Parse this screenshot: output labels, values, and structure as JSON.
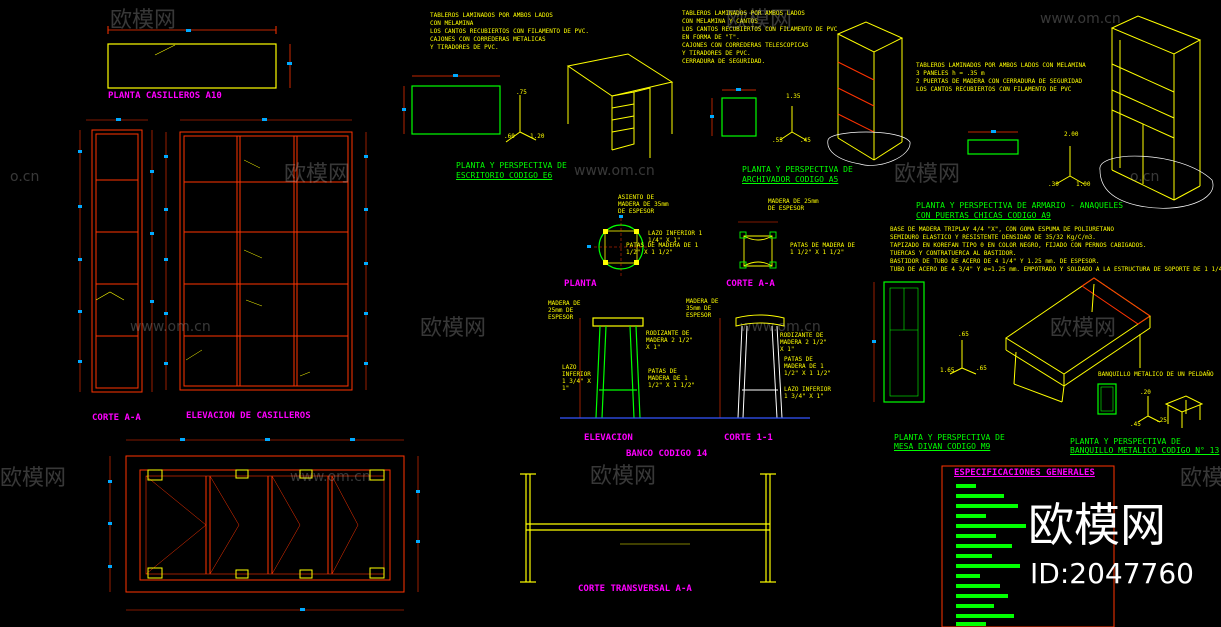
{
  "colors": {
    "background": "#000000",
    "frame": "#ff3300",
    "text_yellow": "#ffff00",
    "text_green": "#00ff00",
    "text_magenta": "#ff00ff",
    "dim_cyan": "#00aaff",
    "white": "#ffffff"
  },
  "watermark": {
    "brand": "欧模网",
    "site": "www.om.cn",
    "site_short": "o.cn",
    "logo": "欧模网",
    "id": "ID:2047760"
  },
  "lockers": {
    "plan_title": "PLANTA CASILLEROS A10",
    "section_title": "CORTE A-A",
    "elevation_title": "ELEVACION DE CASILLEROS"
  },
  "desk": {
    "notes": [
      "TABLEROS LAMINADOS POR AMBOS LADOS",
      "CON MELAMINA",
      "LOS CANTOS RECUBIERTOS CON FILAMENTO DE PVC.",
      "CAJONES CON CORREDERAS METALICAS",
      "Y TIRADORES DE PVC."
    ],
    "dim_h": ".75",
    "dim_a": ".60",
    "dim_b": "1.20",
    "title_1": "PLANTA Y PERSPECTIVA DE",
    "title_2": "ESCRITORIO  CODIGO E6"
  },
  "cabinet": {
    "notes": [
      "TABLEROS LAMINADOS POR AMBOS LADOS",
      "CON MELAMINA Y CANTOS",
      "LOS CANTOS RECUBIERTOS CON FILAMENTO DE PVC",
      "EN FORMA DE \"T\".",
      "CAJONES CON CORREDERAS TELESCOPICAS",
      "Y TIRADORES DE PVC.",
      "CERRADURA DE SEGURIDAD."
    ],
    "dim_h": "1.35",
    "dim_a": ".55",
    "dim_b": ".45",
    "title_1": "PLANTA Y PERSPECTIVA DE",
    "title_2": "ARCHIVADOR CODIGO A5"
  },
  "wardrobe": {
    "notes": [
      "TABLEROS LAMINADOS POR AMBOS LADOS CON MELAMINA",
      "3 PANELES h = .35 m",
      "2 PUERTAS DE MADERA CON CERRADURA DE SEGURIDAD",
      "LOS CANTOS RECUBIERTOS CON FILAMENTO DE PVC"
    ],
    "dim_h": "2.00",
    "dim_a": ".30",
    "dim_b": "1.00",
    "title_1": "PLANTA Y PERSPECTIVA DE ARMARIO - ANAQUELES",
    "title_2": "CON PUERTAS CHICAS CODIGO A9"
  },
  "divan": {
    "notes": [
      "BASE DE MADERA TRIPLAY 4/4 \"X\", CON GOMA ESPUMA DE POLIURETANO",
      "SEMIDURO ELASTICO Y RESISTENTE DENSIDAD DE 35/32 Kg/C/m3.",
      "TAPIZADO EN KOREFAN TIPO 0 EN COLOR NEGRO, FIJADO CON PERNOS CABIGADOS.",
      "TUERCAS Y CONTRATUERCA AL BASTIDOR.",
      "BASTIDOR DE TUBO DE ACERO DE 4 1/4\" Y 1.25 mm. DE ESPESOR.",
      "TUBO DE ACERO DE 4 3/4\" Y e=1.25 mm. EMPOTRADO Y SOLDADO A LA ESTRUCTURA DE SOPORTE DE 1 1/4\""
    ],
    "dim_h": ".65",
    "dim_a": "1.65",
    "dim_b": ".65",
    "title_1": "PLANTA Y PERSPECTIVA DE",
    "title_2": "MESA DIVAN CODIGO M9"
  },
  "bench": {
    "label": "BANQUILLO METALICO DE UN PELDAÑO",
    "dim_h": ".20",
    "dim_a": ".45",
    "dim_b": ".25",
    "title_1": "PLANTA Y PERSPECTIVA DE",
    "title_2": "BANQUILLO METALICO CODIGO N° 13"
  },
  "stool": {
    "seat_note": "ASIENTO DE MADERA DE 35mm DE ESPESOR",
    "plan_lazo": "LAZO INFERIOR 1 1/4\" X 1\"",
    "plan_patas": "PATAS DE MADERA DE 1 1/2\" X 1 1/2\"",
    "section_seat": "MADERA DE 25mm DE ESPESOR",
    "section_patas": "PATAS DE MADERA DE 1 1/2\" X 1 1/2\"",
    "elev_seat": "MADERA DE 25mm DE ESPESOR",
    "elev_rod": "RODIZANTE DE MADERA 2 1/2\" X 1\"",
    "elev_lazo": "LAZO INFERIOR 1 3/4\" X 1\"",
    "elev_patas": "PATAS DE MADERA DE 1 1/2\" X 1 1/2\"",
    "s1_seat": "MADERA DE 35mm DE ESPESOR",
    "s1_rod": "RODIZANTE DE MADERA 2 1/2\" X 1\"",
    "s1_patas": "PATAS DE MADERA DE 1 1/2\" X 1 1/2\"",
    "s1_lazo": "LAZO INFERIOR 1 3/4\" X 1\"",
    "title_plan": "PLANTA",
    "title_section": "CORTE A-A",
    "title_elev": "ELEVACION",
    "title_s1": "CORTE 1-1",
    "code": "BANCO CODIGO 14"
  },
  "table_section": {
    "title": "CORTE TRANSVERSAL A-A"
  },
  "specs": {
    "title": "ESPECIFICACIONES GENERALES"
  }
}
